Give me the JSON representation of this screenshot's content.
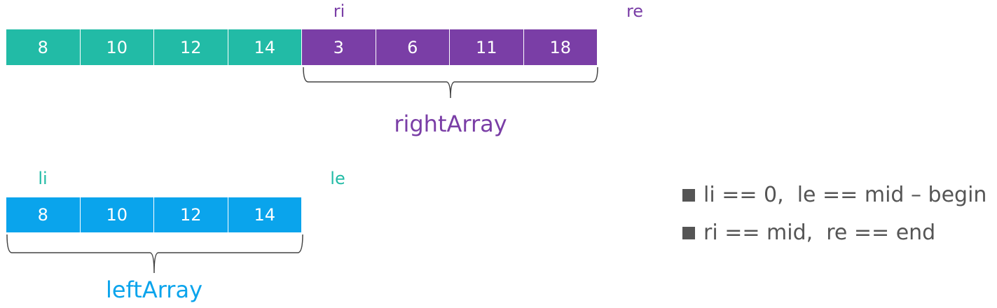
{
  "top_array": {
    "left_values": [
      "8",
      "10",
      "12",
      "14"
    ],
    "right_values": [
      "3",
      "6",
      "11",
      "18"
    ],
    "ri_label": "ri",
    "re_label": "re",
    "brace_label": "rightArray"
  },
  "left_array": {
    "values": [
      "8",
      "10",
      "12",
      "14"
    ],
    "li_label": "li",
    "le_label": "le",
    "brace_label": "leftArray"
  },
  "bullets": [
    "li == 0,  le == mid – begin",
    "ri == mid,  re == end"
  ],
  "colors": {
    "teal": "#22bba6",
    "purple": "#7a3ea6",
    "blue": "#0aa4ec",
    "text": "#555555"
  }
}
